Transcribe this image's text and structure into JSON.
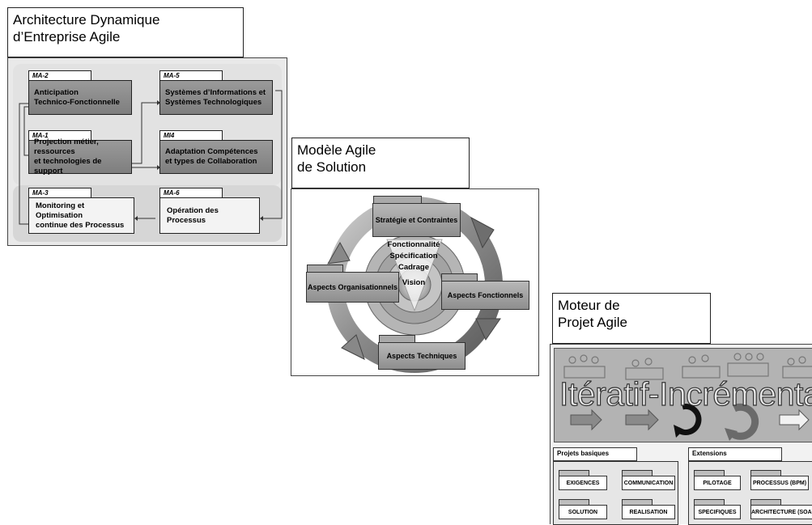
{
  "panel1": {
    "title": "Architecture Dynamique\nd’Entreprise Agile",
    "boxes": [
      {
        "tag": "MA-2",
        "label": "Anticipation\nTechnico-Fonctionnelle"
      },
      {
        "tag": "MA-5",
        "label": "Systèmes d’Informations et\nSystèmes Technologiques"
      },
      {
        "tag": "MA-1",
        "label": "Projection métier, ressources\net technologies de support"
      },
      {
        "tag": "MI4",
        "label": "Adaptation Compétences\net types de Collaboration"
      },
      {
        "tag": "MA-3",
        "label": "Monitoring et Optimisation\ncontinue des Processus"
      },
      {
        "tag": "MA-6",
        "label": "Opération des Processus"
      }
    ]
  },
  "panel2": {
    "title": "Modèle Agile\nde Solution",
    "top": "Stratégie et Contraintes",
    "left": "Aspects Organisationnels",
    "right": "Aspects Fonctionnels",
    "bottom": "Aspects Techniques",
    "center": [
      "Fonctionnalité",
      "Spécification",
      "Cadrage",
      "Vision"
    ]
  },
  "panel3": {
    "title": "Moteur de\nProjet Agile",
    "banner": "Itératif-Incrémental",
    "group1": {
      "title": "Projets basiques",
      "items": [
        "EXIGENCES",
        "COMMUNICATION",
        "SOLUTION",
        "REALISATION"
      ]
    },
    "group2": {
      "title": "Extensions",
      "items": [
        "PILOTAGE",
        "PROCESSUS (BPM)",
        "SPECIFIQUES",
        "ARCHITECTURE (SOA)"
      ]
    }
  }
}
